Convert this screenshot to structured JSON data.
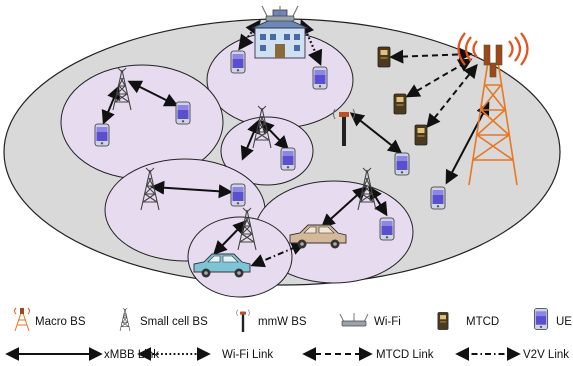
{
  "colors": {
    "macro_area": "#d9d9d9",
    "small_cell_area": "#e7dcef",
    "outline": "#222222",
    "macro_tower": "#e87722",
    "tower_gray": "#666666",
    "ue_screen": "#5a4fcf",
    "mtcd_body": "#4b3a1e",
    "car_blue": "#7fc4d6",
    "car_tan": "#d3b99a",
    "wifi_router": "#9aa3ab"
  },
  "legend": {
    "devices": [
      {
        "key": "macro",
        "label": "Macro BS",
        "icon": "macro-bs-icon"
      },
      {
        "key": "small",
        "label": "Small cell  BS",
        "icon": "small-cell-bs-icon"
      },
      {
        "key": "mmw",
        "label": "mmW BS",
        "icon": "mmw-bs-icon"
      },
      {
        "key": "wifi",
        "label": "Wi-Fi",
        "icon": "wifi-router-icon"
      },
      {
        "key": "mtcd",
        "label": "MTCD",
        "icon": "mtcd-icon"
      },
      {
        "key": "ue",
        "label": "UE",
        "icon": "ue-icon"
      }
    ],
    "links": [
      {
        "key": "xmbb",
        "label": "xMBB Link",
        "style": "solid"
      },
      {
        "key": "wifi",
        "label": "Wi-Fi Link",
        "style": "dotted"
      },
      {
        "key": "mtcd",
        "label": "MTCD Link",
        "style": "dashed"
      },
      {
        "key": "v2v",
        "label": "V2V Link",
        "style": "dash-dot"
      }
    ]
  }
}
